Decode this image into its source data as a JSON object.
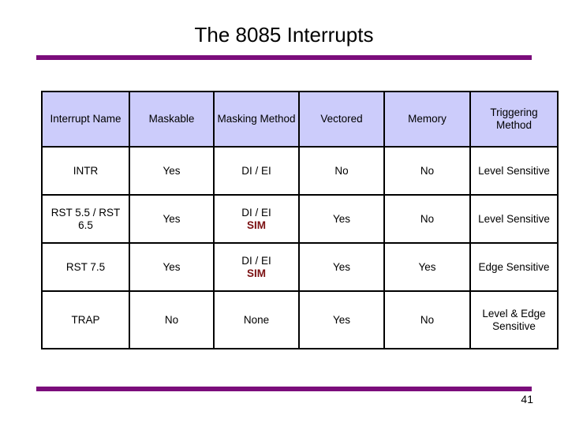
{
  "slide": {
    "title": "The 8085 Interrupts",
    "page_number": "41",
    "accent_color": "#7B0D7B",
    "header_bg_color": "#CCCCFB",
    "highlight_text_color": "#7B1113"
  },
  "table": {
    "headers": [
      "Interrupt Name",
      "Maskable",
      "Masking Method",
      "Vectored",
      "Memory",
      "Triggering Method"
    ],
    "rows": [
      {
        "name": "INTR",
        "maskable": "Yes",
        "masking_method": "DI / EI",
        "masking_method_extra": "",
        "vectored": "No",
        "memory": "No",
        "triggering": "Level Sensitive"
      },
      {
        "name": "RST 5.5 / RST 6.5",
        "maskable": "Yes",
        "masking_method": "DI / EI",
        "masking_method_extra": "SIM",
        "vectored": "Yes",
        "memory": "No",
        "triggering": "Level Sensitive"
      },
      {
        "name": "RST 7.5",
        "maskable": "Yes",
        "masking_method": "DI / EI",
        "masking_method_extra": "SIM",
        "vectored": "Yes",
        "memory": "Yes",
        "triggering": "Edge Sensitive"
      },
      {
        "name": "TRAP",
        "maskable": "No",
        "masking_method": "None",
        "masking_method_extra": "",
        "vectored": "Yes",
        "memory": "No",
        "triggering": "Level & Edge Sensitive"
      }
    ]
  }
}
